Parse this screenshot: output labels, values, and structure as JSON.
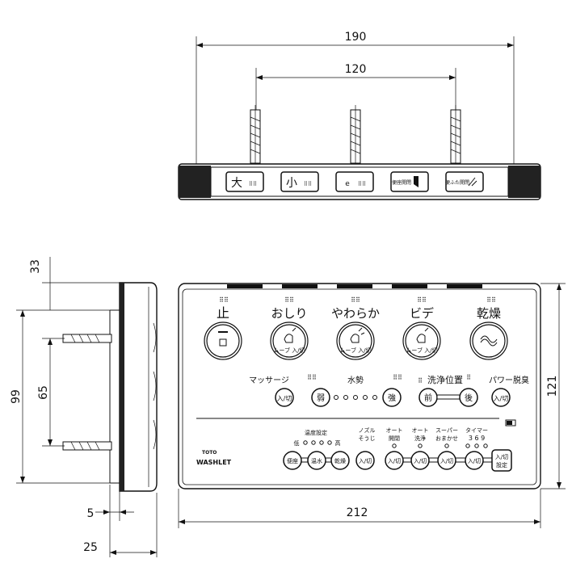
{
  "dimensions": {
    "top_width": "190",
    "top_spacing": "120",
    "side_top_offset": "33",
    "side_outer_height": "99",
    "side_inner_spacing": "65",
    "side_depth_small": "5",
    "side_depth": "25",
    "front_width": "212",
    "front_height": "121"
  },
  "top_view": {
    "buttons": [
      "大",
      "小",
      "e",
      "便座開閉",
      "便ふた開閉"
    ]
  },
  "front": {
    "big_buttons": [
      {
        "label": "止",
        "icon": "stop-icon"
      },
      {
        "label": "おしり",
        "icon": "rear-wash-icon",
        "sub": "ムーブ 入/切"
      },
      {
        "label": "やわらか",
        "icon": "soft-wash-icon",
        "sub": "ムーブ 入/切"
      },
      {
        "label": "ビデ",
        "icon": "bidet-icon",
        "sub": "ムーブ 入/切"
      },
      {
        "label": "乾燥",
        "icon": "dry-icon"
      }
    ],
    "massage_label": "マッサージ",
    "massage_button": "入/切",
    "water_label": "水勢",
    "water_weak": "弱",
    "water_strong": "強",
    "position_label": "洗浄位置",
    "position_front": "前",
    "position_back": "後",
    "power_label": "パワー脱臭",
    "power_button": "入/切",
    "temp_label": "温度設定",
    "temp_low": "低",
    "temp_high": "高",
    "temp_buttons": [
      "便座",
      "温水",
      "乾燥"
    ],
    "nozzle_label_1": "ノズル",
    "nozzle_label_2": "そうじ",
    "nozzle_button": "入/切",
    "auto_open_1": "オート",
    "auto_open_2": "開閉",
    "auto_open_button": "入/切",
    "auto_wash_1": "オート",
    "auto_wash_2": "洗浄",
    "auto_wash_button": "入/切",
    "super_1": "スーパー",
    "super_2": "おまかせ",
    "super_button": "入/切",
    "timer_label": "タイマー",
    "timer_values": "3 6 9",
    "timer_button": "入/切",
    "setting_button_1": "入/切",
    "setting_button_2": "設定",
    "brand_1": "TOTO",
    "brand_2": "WASHLET"
  }
}
